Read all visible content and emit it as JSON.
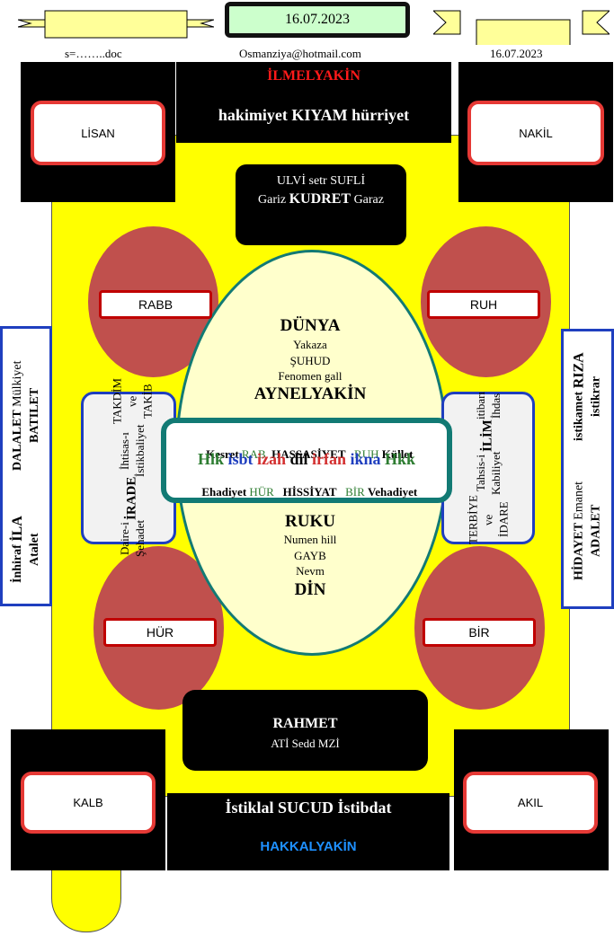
{
  "header": {
    "date_box": "16.07.2023",
    "left_text": "s=……..doc",
    "email": "Osmanziya@hotmail.com",
    "right_date": "16.07.2023"
  },
  "top_center": {
    "title": "İLMELYAKİN",
    "subtitle": "hakimiyet KIYAM hürriyet"
  },
  "corners": {
    "top_left": "LİSAN",
    "top_right": "NAKİL",
    "bottom_left": "KALB",
    "bottom_right": "AKIL"
  },
  "ulvi_box": {
    "line1": "ULVİ setr SUFLİ",
    "line2_pre": "Gariz ",
    "line2_bold": "KUDRET",
    "line2_post": " Garaz"
  },
  "ovals": {
    "top_left": "RABB",
    "top_right": "RUH",
    "bottom_left": "HÜR",
    "bottom_right": "BİR"
  },
  "big_ellipse": {
    "top_title": "DÜNYA",
    "top_lines": [
      "Yakaza",
      "ŞUHUD",
      "Fenomen gall"
    ],
    "top_bold": "AYNELYAKİN",
    "bottom_title": "RUKU",
    "bottom_lines": [
      "Numen hill",
      "GAYB",
      "Nevm"
    ],
    "bottom_bold": "DİN"
  },
  "center_rect": {
    "row1": [
      {
        "text": "Kesret ",
        "color": "#000000",
        "bold": true
      },
      {
        "text": "RAB",
        "color": "#2e7d32",
        "bold": false
      },
      {
        "text": "  HASSASİYET  ",
        "color": "#000000",
        "bold": true
      },
      {
        "text": " RUH ",
        "color": "#2e7d32",
        "bold": false
      },
      {
        "text": "Küllet",
        "color": "#000000",
        "bold": true
      }
    ],
    "row2": [
      {
        "text": "Hlk ",
        "color": "#2e7d32"
      },
      {
        "text": "isbt ",
        "color": "#1f3fbf"
      },
      {
        "text": "izah ",
        "color": "#d32f2f"
      },
      {
        "text": "dil ",
        "color": "#000000"
      },
      {
        "text": "irfan ",
        "color": "#d32f2f"
      },
      {
        "text": "ikna ",
        "color": "#1f3fbf"
      },
      {
        "text": "Hkk",
        "color": "#2e7d32"
      }
    ],
    "row3": [
      {
        "text": "Ehadiyet ",
        "color": "#000000",
        "bold": true
      },
      {
        "text": "HÜR",
        "color": "#2e7d32",
        "bold": false
      },
      {
        "text": "   HİSSİYAT   ",
        "color": "#000000",
        "bold": true
      },
      {
        "text": "BİR ",
        "color": "#2e7d32",
        "bold": false
      },
      {
        "text": "Vehadiyet",
        "color": "#000000",
        "bold": true
      }
    ]
  },
  "left_inner": {
    "line1": "Daire-i Şehadet",
    "line2": "İRADE",
    "line3": "İhtisas-ı İstikbaliyet",
    "line4": "TAKDİM ve TAKİB"
  },
  "right_inner": {
    "line1": "TERBİYE ve İDARE",
    "line2": "Tahsis-i Kabiliyet",
    "line3": "İLİM",
    "line4": "itibarı İhdas"
  },
  "left_outer": {
    "line1_pre": "İnhiraf ",
    "line1_bold": "İLA",
    "line1_post": " Atalet",
    "line2_bold": "DALALET",
    "line2_mid": " Mülkiyet ",
    "line2_bold2": "BATILET"
  },
  "right_outer": {
    "line1_pre": "HİDAYET ",
    "line1_mid": "Emanet ",
    "line1_post": "ADALET",
    "line2_pre": "istikamet ",
    "line2_bold": "RIZA",
    "line2_post": " istikrar"
  },
  "rahmet": {
    "title": "RAHMET",
    "subtitle": "ATİ Sedd MZİ"
  },
  "bottom_center": {
    "title": "İstiklal SUCUD İstibdat",
    "subtitle": "HAKKALYAKİN"
  },
  "colors": {
    "yellow": "#ffff00",
    "oval_red": "#c0504d",
    "ellipse_fill": "#ffffcc",
    "teal": "#127a74",
    "blue_border": "#1f3fbf",
    "red_border": "#e53935",
    "cyan_text": "#1e90ff",
    "red_text": "#ff1a1a"
  }
}
